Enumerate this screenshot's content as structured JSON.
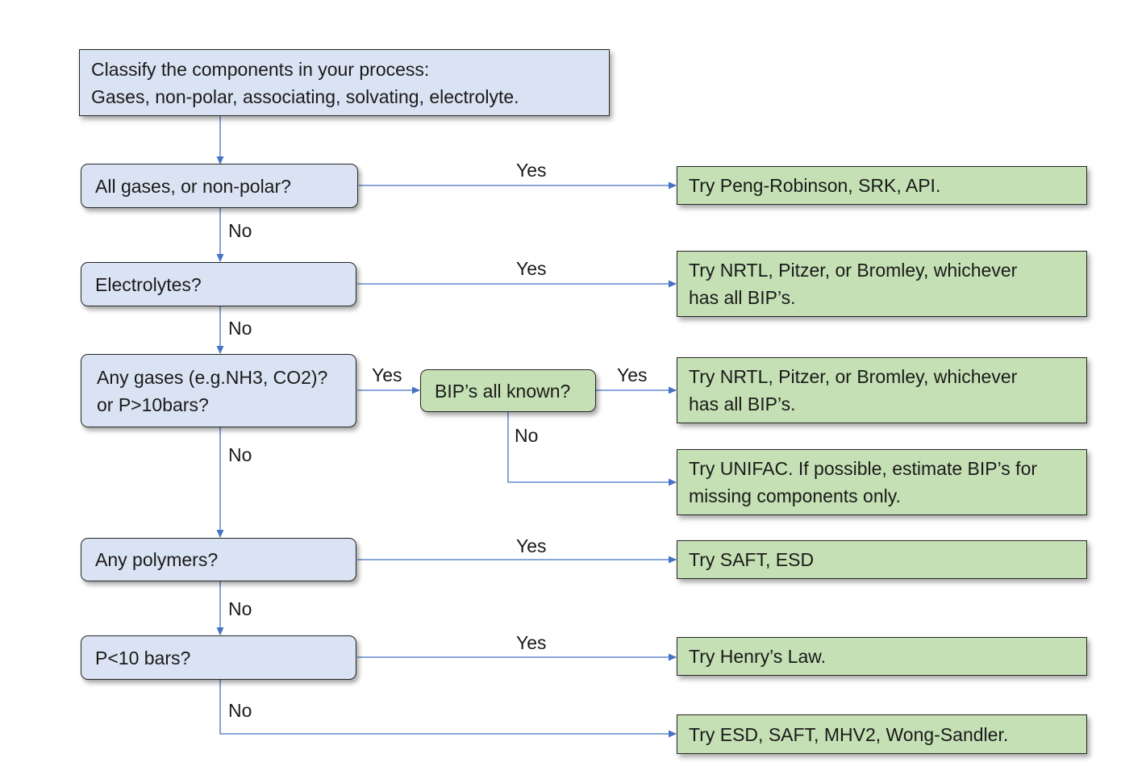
{
  "nodes": {
    "start": [
      "Classify the components in your process:",
      "Gases, non-polar, associating, solvating, electrolyte."
    ],
    "q_gases_nonpolar": [
      "All gases, or non-polar?"
    ],
    "q_electrolytes": [
      "Electrolytes?"
    ],
    "q_any_gases": [
      "Any gases (e.g.NH3, CO2)?",
      "or  P>10bars?"
    ],
    "q_bips_known": [
      "BIP’s all known?"
    ],
    "q_polymers": [
      "Any polymers?"
    ],
    "q_pressure": [
      "P<10 bars?"
    ],
    "r_peng": [
      "Try Peng-Robinson, SRK, API."
    ],
    "r_nrtl_1": [
      "Try NRTL, Pitzer, or Bromley, whichever",
      "has all BIP’s."
    ],
    "r_nrtl_2": [
      "Try NRTL, Pitzer, or Bromley, whichever",
      "has all BIP’s."
    ],
    "r_unifac": [
      "Try UNIFAC. If possible, estimate BIP’s for",
      "missing components only."
    ],
    "r_saft": [
      "Try SAFT, ESD"
    ],
    "r_henry": [
      "Try Henry’s Law."
    ],
    "r_esd": [
      "Try ESD, SAFT, MHV2, Wong-Sandler."
    ]
  },
  "edge_labels": {
    "yes": "Yes",
    "no": "No"
  },
  "colors": {
    "question_fill": "#dae3f3",
    "result_fill": "#c5e0b4",
    "connector": "#4472c4",
    "border": "#262626"
  }
}
